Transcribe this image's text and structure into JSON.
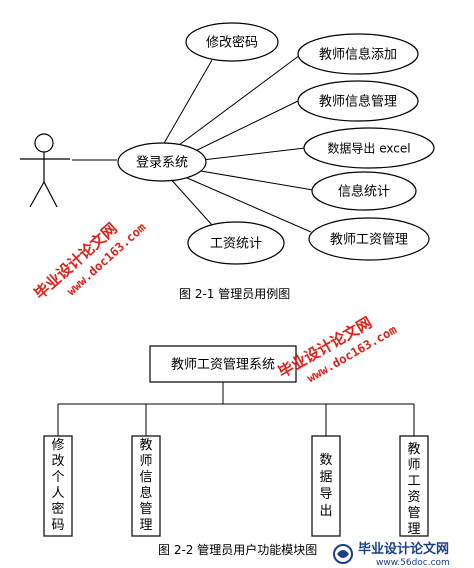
{
  "figure1": {
    "caption": "图 2-1 管理员用例图",
    "center_use_case": "登录系统",
    "use_cases": [
      "修改密码",
      "教师信息添加",
      "教师信息管理",
      "数据导出 excel",
      "信息统计",
      "教师工资管理",
      "工资统计"
    ]
  },
  "figure2": {
    "caption": "图 2-2 管理员用户功能模块图",
    "root": "教师工资管理系统",
    "modules": [
      "修改个人密码",
      "教师信息管理",
      "数据导出",
      "教师工资管理"
    ]
  },
  "watermarks": {
    "site_name": "毕业设计论文网",
    "url": "www.doc163.com",
    "footer_url": "www.56doc.com"
  },
  "colors": {
    "line": "#000000",
    "watermark": "#e0201a",
    "watermark_footer": "#1a3f8a"
  }
}
